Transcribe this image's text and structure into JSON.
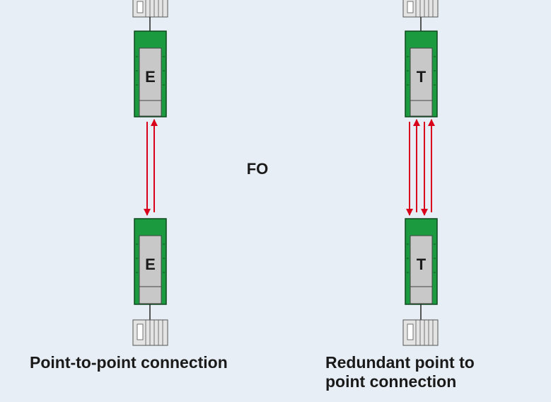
{
  "diagram": {
    "medium_label": "FO",
    "left": {
      "top_module_letter": "E",
      "bottom_module_letter": "E",
      "caption": [
        "Point-to-point connection"
      ]
    },
    "right": {
      "top_module_letter": "T",
      "bottom_module_letter": "T",
      "caption": [
        "Redundant point to",
        "point connection"
      ]
    }
  },
  "colors": {
    "background": "#e8eef5",
    "module_green": "#1b9a3f",
    "module_dark": "#0d5a25",
    "module_face": "#c8c8c8",
    "fiber_red": "#d9001b",
    "text": "#1a1a1a"
  }
}
